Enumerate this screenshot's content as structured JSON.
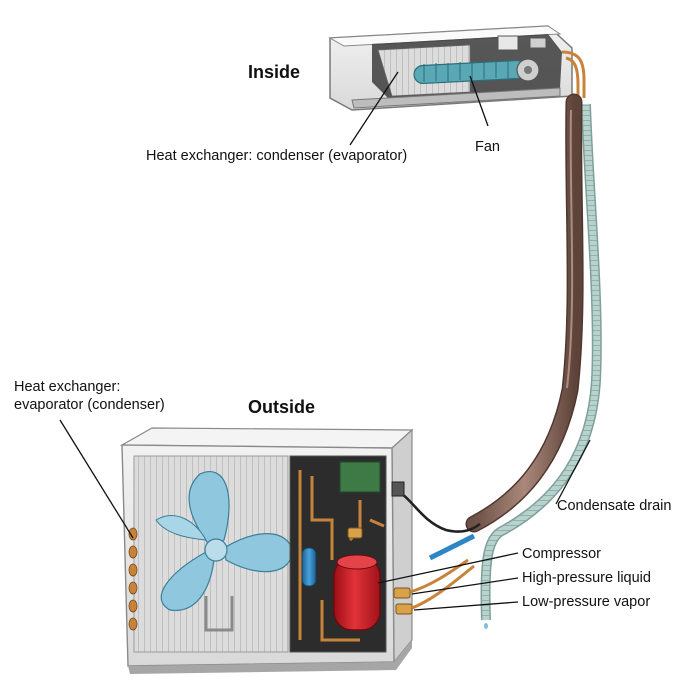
{
  "headings": {
    "inside": "Inside",
    "outside": "Outside"
  },
  "labels": {
    "indoor_heat_exchanger": "Heat exchanger: condenser (evaporator)",
    "fan": "Fan",
    "outdoor_heat_exchanger_line1": "Heat exchanger:",
    "outdoor_heat_exchanger_line2": "evaporator (condenser)",
    "condensate_drain": "Condensate drain",
    "compressor": "Compressor",
    "high_pressure_liquid": "High-pressure liquid",
    "low_pressure_vapor": "Low-pressure vapor"
  },
  "colors": {
    "background": "#ffffff",
    "unit_casing": "#e6e6e6",
    "fan_blade": "#8fc8de",
    "coil_tube": "#5aa0b0",
    "compressor": "#d61f26",
    "accumulator": "#2f86c4",
    "copper_line": "#c7833a",
    "insulation_sleeve": "#8a6a5c",
    "drain_hose": "#a9c6c2",
    "leader_line": "#111111"
  }
}
